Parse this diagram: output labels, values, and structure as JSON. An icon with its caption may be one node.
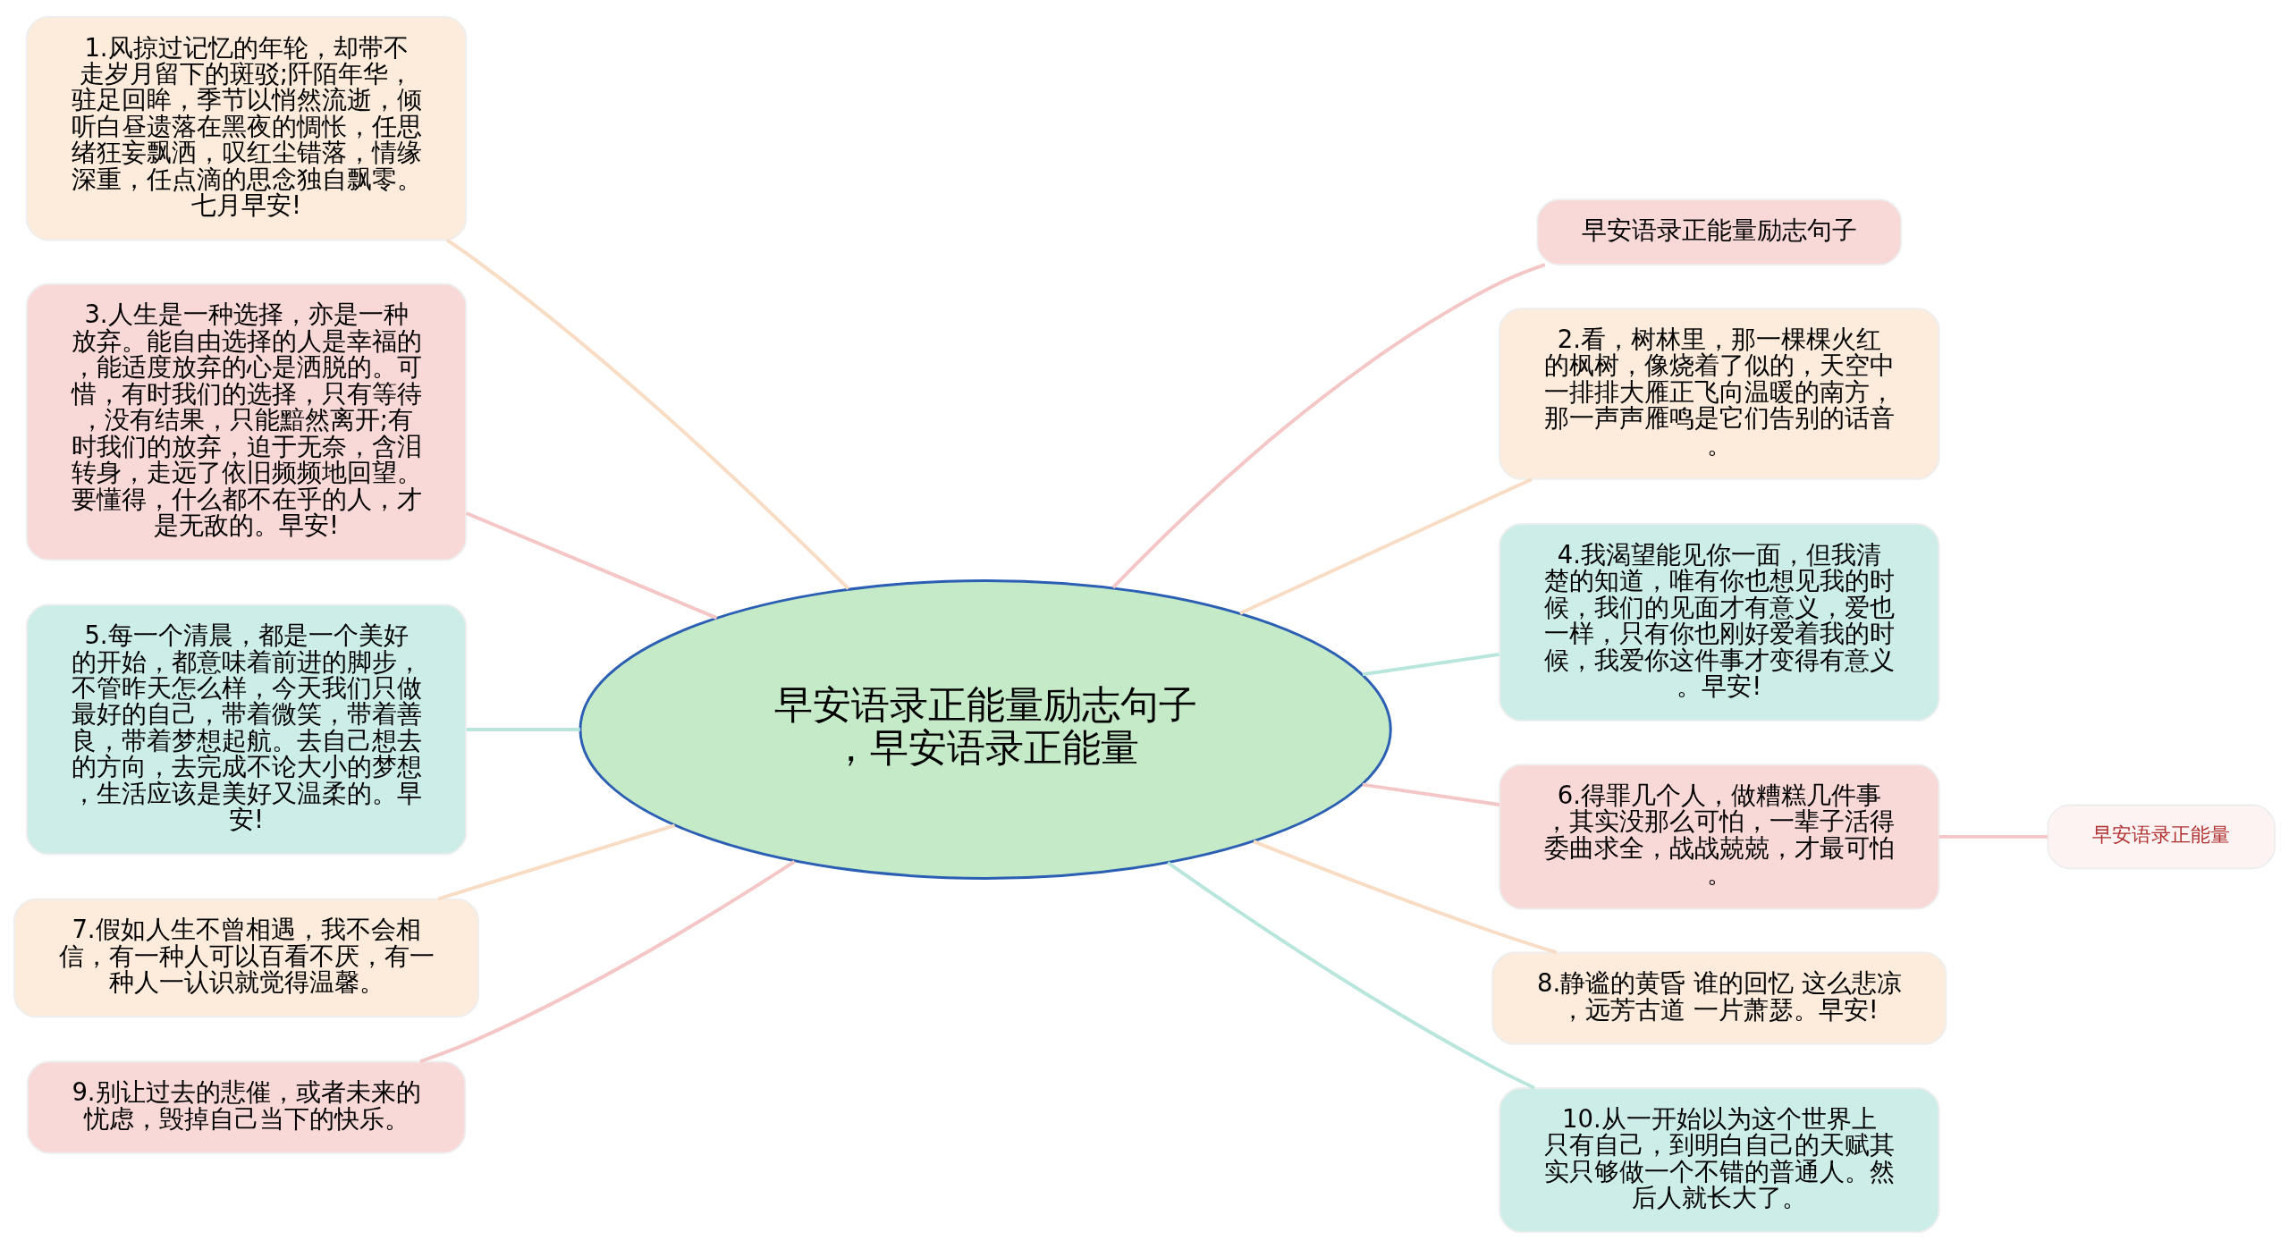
{
  "diagram": {
    "nodes": [
      {
        "text": [
          "早安语录正能量励志句子，早安语录正能量"
        ]
      },
      {
        "text": [
          "1.风掠过记忆的年轮，却带不走岁月留下的斑驳;阡陌年华，驻足回眸，季节以悄然流逝，倾听白昼遗落在黑夜的惆怅，任思绪狂妄飘洒，叹红尘错落，情缘深重，任点滴的思念独自飘零。七月早安!"
        ]
      },
      {
        "text": [
          "3.人生是一种选择，亦是一种放弃。能自由选择的人是幸福的，能适度放弃的心是洒脱的。可惜，有时我们的选择，只有等待，没有结果，只能黯然离开;有时我们的放弃，迫于无奈，含泪转身，走远了依旧频频地回望。要懂得，什么都不在乎的人，才是无敌的。早安!"
        ]
      },
      {
        "text": [
          "5.每一个清晨，都是一个美好的开始，都意味着前进的脚步，不管昨天怎么样，今天我们只做最好的自己，带着微笑，带着善良，带着梦想起航。去自己想去的方向，去完成不论大小的梦想，生活应该是美好又温柔的。早安!"
        ]
      },
      {
        "text": [
          "7.假如人生不曾相遇，我不会相信，有一种人可以百看不厌，有一种人一认识就觉得温馨。"
        ]
      },
      {
        "text": [
          "9.别让过去的悲催，或者未来的忧虑，毁掉自己当下的快乐。"
        ]
      },
      {
        "text": [
          "早安语录正能量励志句子"
        ]
      },
      {
        "text": [
          "2.看，树林里，那一棵棵火红的枫树，像烧着了似的，天空中一排排大雁正飞向温暖的南方，那一声声雁鸣是它们告别的话音。"
        ]
      },
      {
        "text": [
          "4.我渴望能见你一面，但我清楚的知道，唯有你也想见我的时候，我们的见面才有意义，爱也一样，只有你也刚好爱着我的时候，我爱你这件事才变得有意义。早安!"
        ]
      },
      {
        "text": [
          "6.得罪几个人，做糟糕几件事，其实没那么可怕，一辈子活得委曲求全，战战兢兢，才最可怕。"
        ]
      },
      {
        "text": [
          "8.静谧的黄昏 谁的回忆 这么悲凉，远芳古道 一片萧瑟。早安!"
        ]
      },
      {
        "text": [
          "10.从一开始以为这个世界上只有自己，到明白自己的天赋其实只够做一个不错的普通人。然后人就长大了。"
        ]
      },
      {
        "text": [
          "早安语录正能量"
        ]
      }
    ],
    "edges": [
      {
        "from": 1,
        "to": 0,
        "arrow": "none",
        "color": "#f8dcc4"
      },
      {
        "from": 2,
        "to": 0,
        "arrow": "none",
        "color": "#f5c6c6"
      },
      {
        "from": 3,
        "to": 0,
        "arrow": "none",
        "color": "#b8e6dd"
      },
      {
        "from": 4,
        "to": 0,
        "arrow": "none",
        "color": "#f8dcc4"
      },
      {
        "from": 5,
        "to": 0,
        "arrow": "none",
        "color": "#f5c6c6"
      },
      {
        "from": 0,
        "to": 6,
        "arrow": "none",
        "color": "#f5c6c6"
      },
      {
        "from": 0,
        "to": 7,
        "arrow": "none",
        "color": "#f8dcc4"
      },
      {
        "from": 0,
        "to": 8,
        "arrow": "none",
        "color": "#b8e6dd"
      },
      {
        "from": 0,
        "to": 9,
        "arrow": "none",
        "color": "#f5c6c6"
      },
      {
        "from": 0,
        "to": 10,
        "arrow": "none",
        "color": "#f8dcc4"
      },
      {
        "from": 0,
        "to": 11,
        "arrow": "none",
        "color": "#b8e6dd"
      },
      {
        "from": 9,
        "to": 12,
        "arrow": "none",
        "color": "#f5c6c6"
      }
    ]
  }
}
